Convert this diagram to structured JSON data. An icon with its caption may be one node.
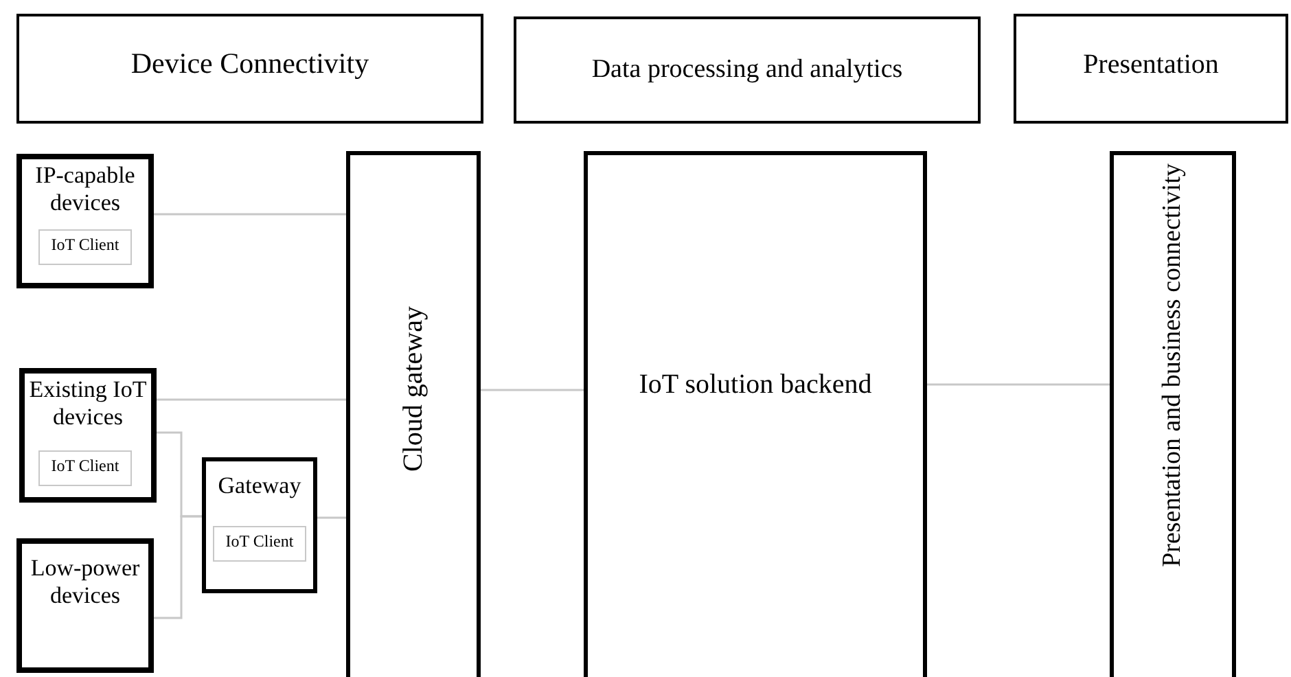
{
  "diagram": {
    "nodes": [
      {
        "text": [
          "Device Connectivity"
        ]
      },
      {
        "text": [
          "Data processing and analytics"
        ]
      },
      {
        "text": [
          "Presentation"
        ]
      },
      {
        "text": [
          "IP-capable devices"
        ]
      },
      {
        "text": [
          "IoT Client"
        ],
        "in": 3
      },
      {
        "text": [
          "Existing IoT devices"
        ]
      },
      {
        "text": [
          "IoT Client"
        ],
        "in": 5
      },
      {
        "text": [
          "Low-power devices"
        ]
      },
      {
        "text": [
          "Gateway"
        ]
      },
      {
        "text": [
          "IoT Client"
        ],
        "in": 8
      },
      {
        "text": [
          "Cloud gateway"
        ]
      },
      {
        "text": [
          "IoT solution backend"
        ]
      },
      {
        "text": [
          "Presentation and business connectivity"
        ]
      }
    ],
    "edges": [
      {
        "from": 3,
        "to": 10,
        "arrow": "none"
      },
      {
        "from": 5,
        "to": 10,
        "arrow": "none"
      },
      {
        "from": 5,
        "to": 8,
        "arrow": "none"
      },
      {
        "from": 7,
        "to": 8,
        "arrow": "none"
      },
      {
        "from": 8,
        "to": 10,
        "arrow": "none"
      },
      {
        "from": 10,
        "to": 11,
        "arrow": "none"
      },
      {
        "from": 11,
        "to": 12,
        "arrow": "none"
      }
    ]
  }
}
